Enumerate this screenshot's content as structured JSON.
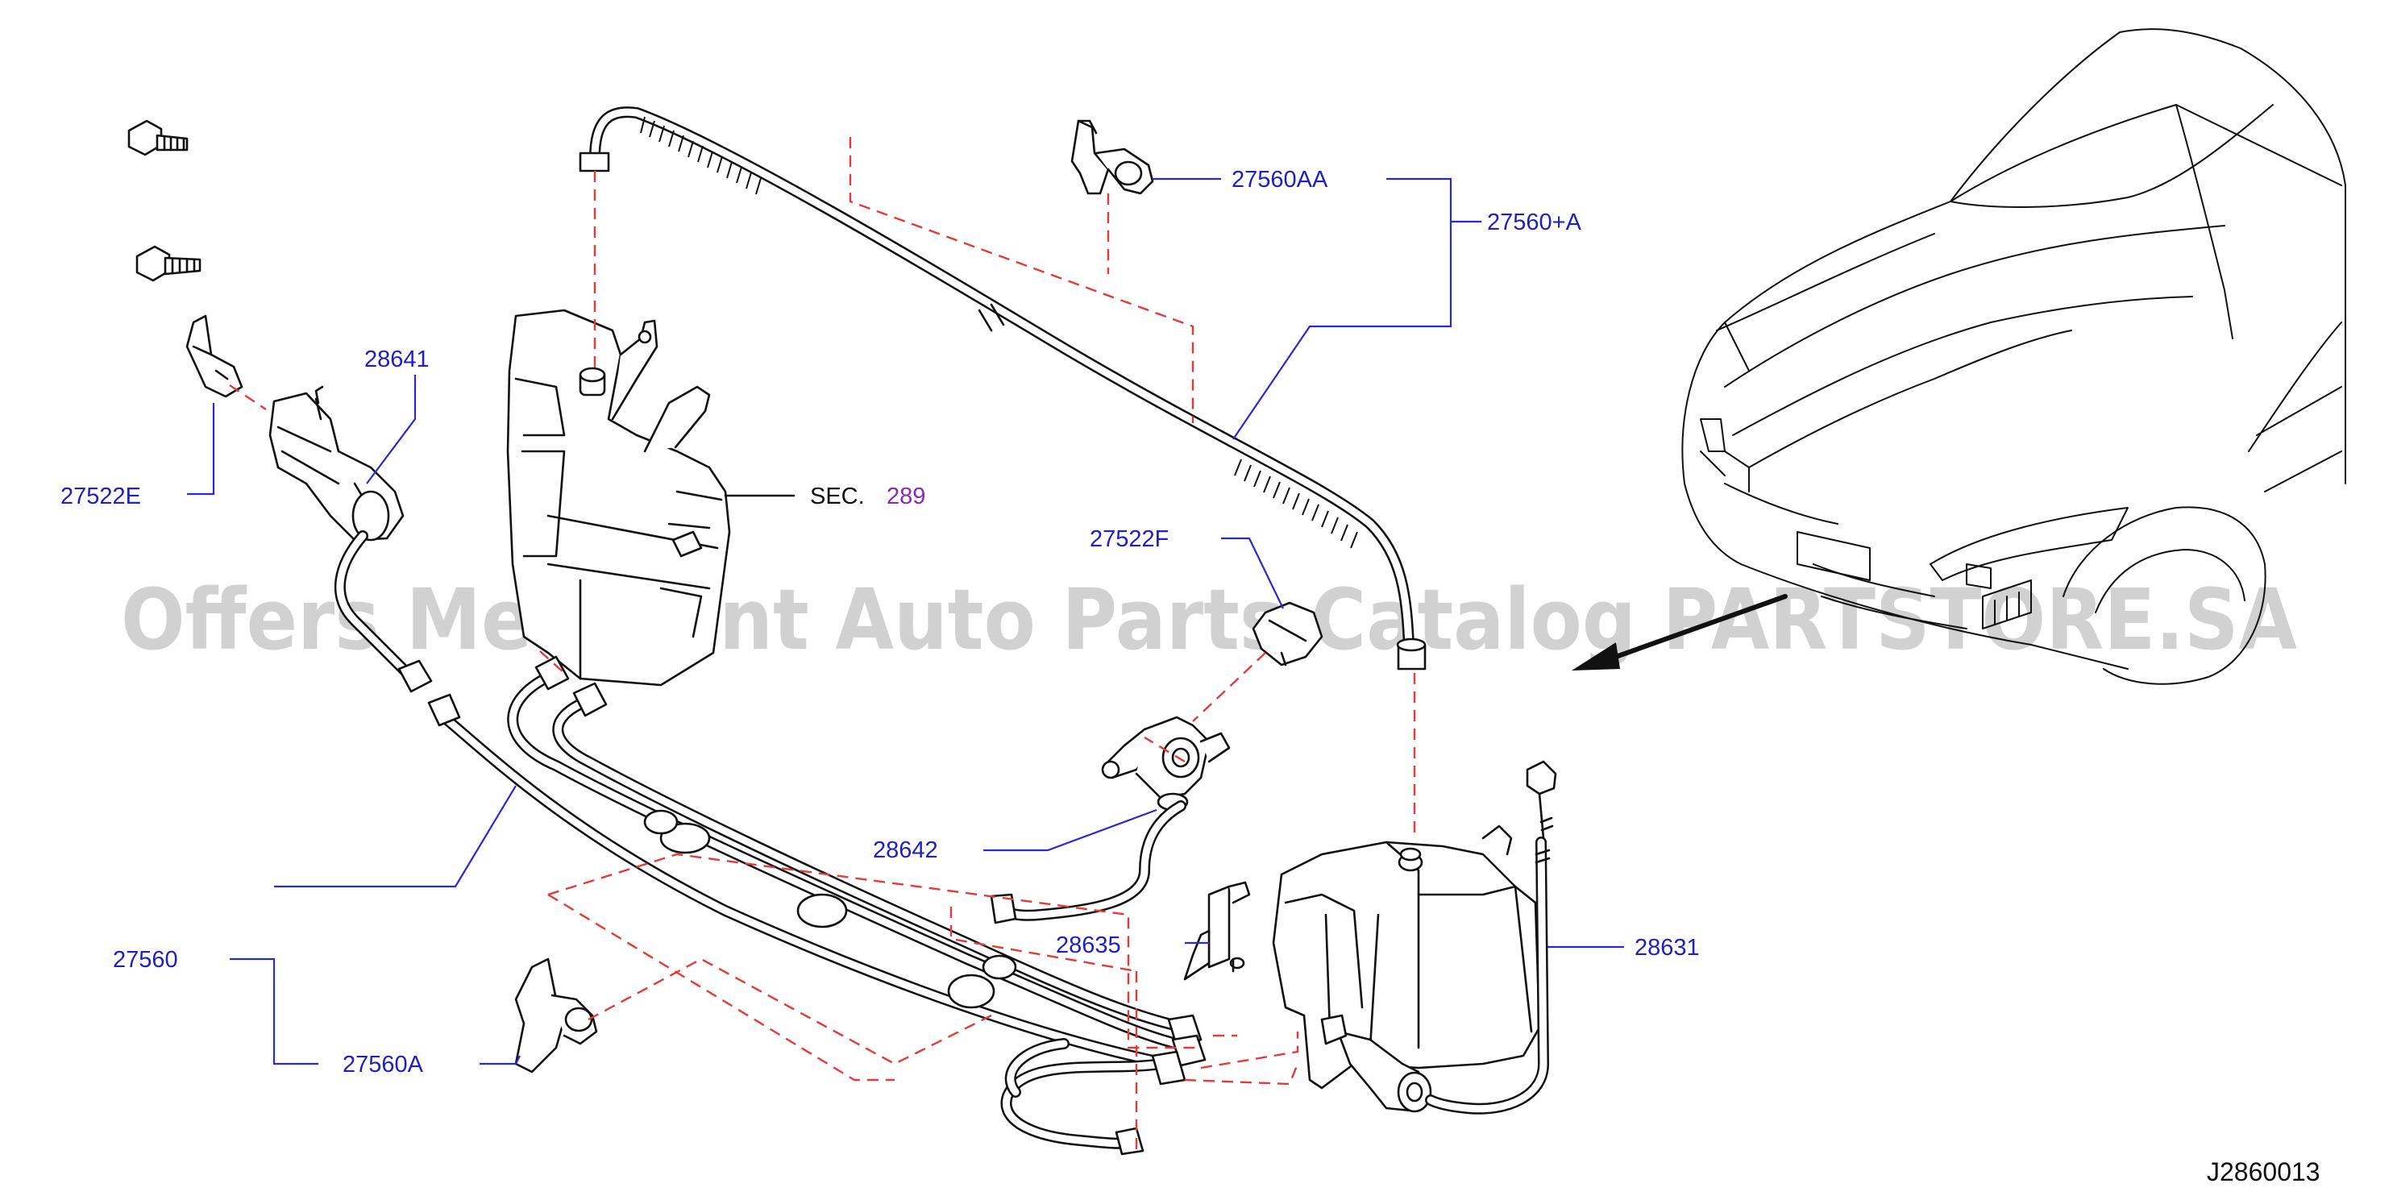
{
  "labels": {
    "p28641": "28641",
    "p27522E": "27522E",
    "sec": "SEC.",
    "sec_num": "289",
    "p27560AA": "27560AA",
    "p27560A_top": "27560+A",
    "p27522F": "27522F",
    "p28642": "28642",
    "p28635": "28635",
    "p28631": "28631",
    "p27560": "27560",
    "p27560A": "27560A"
  },
  "watermark": "Offers Merchant Auto Parts Catalog PARTSTORE.SA",
  "diagram_id": "J2860013",
  "colors": {
    "label_blue": "#1f1fc4",
    "leader_blue": "#2a2ad0",
    "dash_red": "#e33a3a",
    "sec_purple": "#8a2bb8"
  }
}
